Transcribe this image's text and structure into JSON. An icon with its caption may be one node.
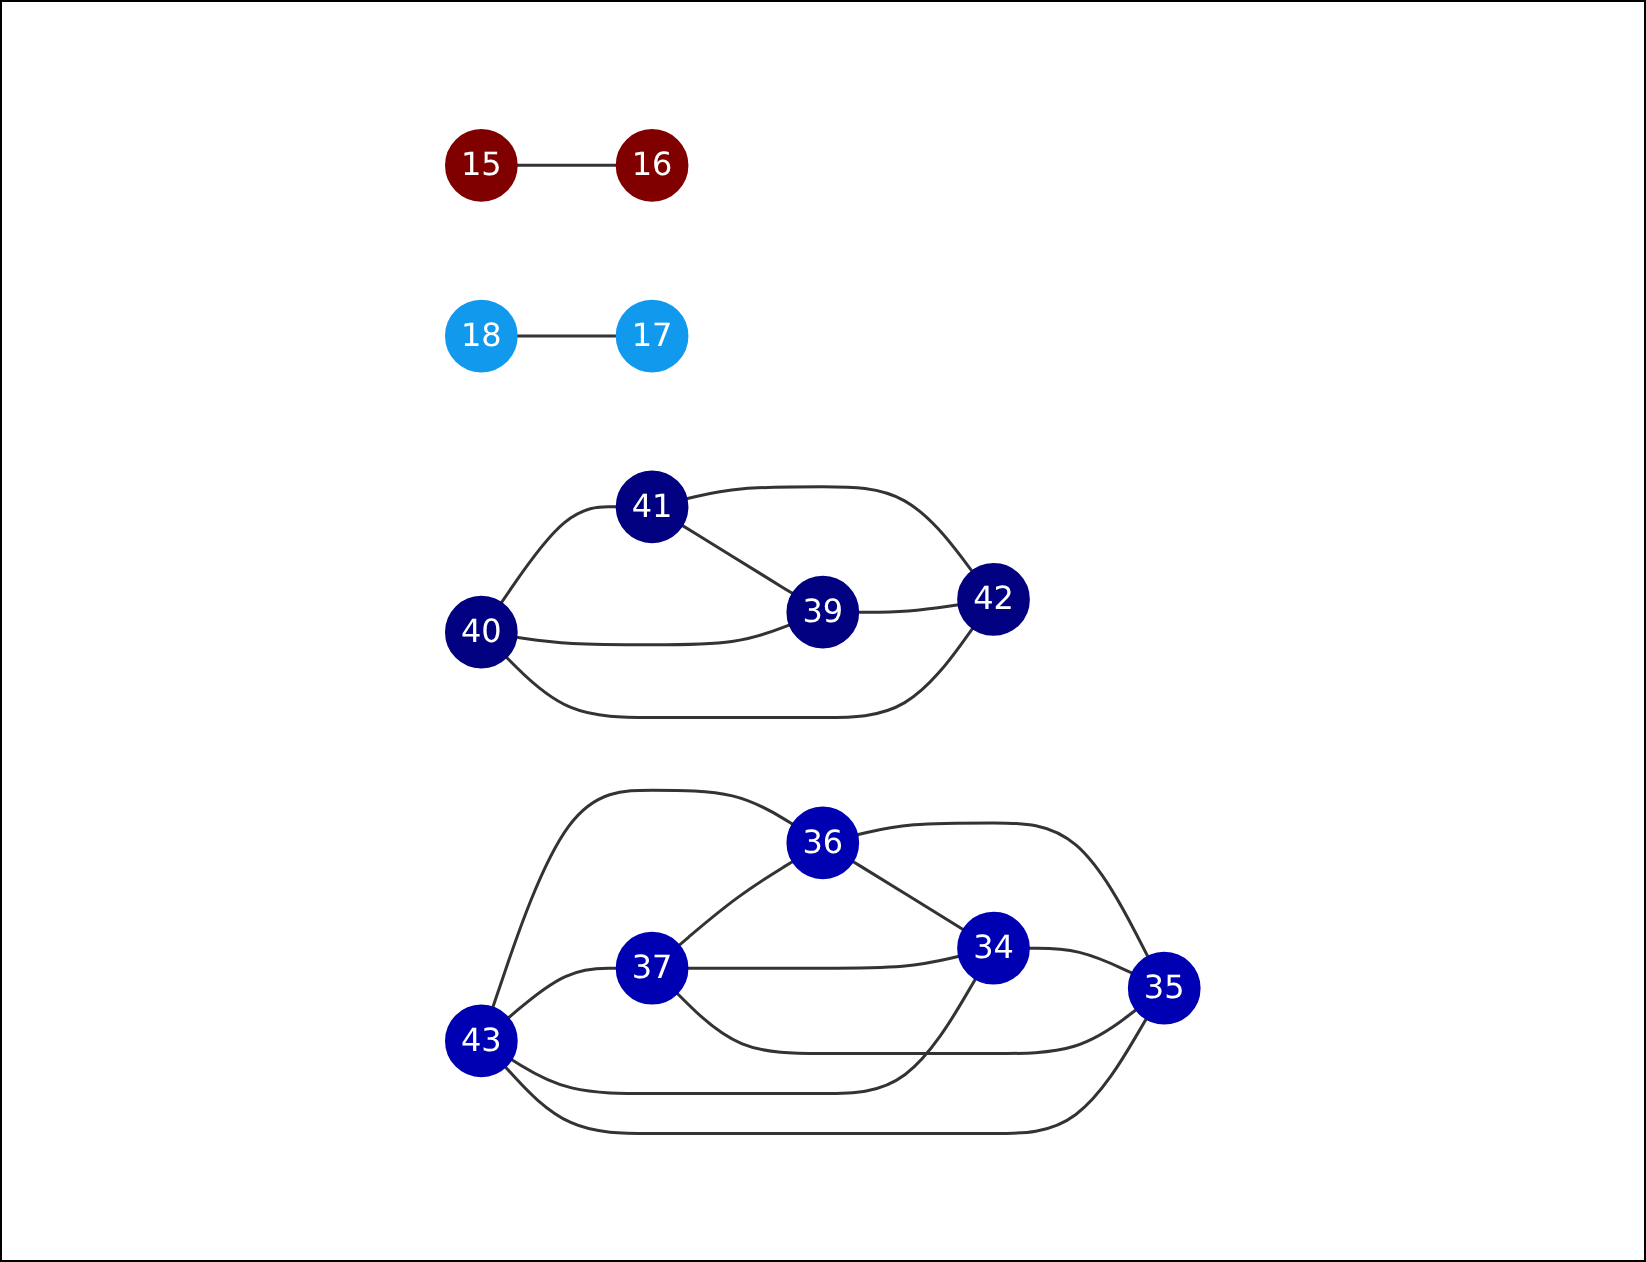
{
  "diagram": {
    "nodes": [
      {
        "text": [
          "16"
        ]
      },
      {
        "text": [
          "15"
        ]
      },
      {
        "text": [
          "18"
        ]
      },
      {
        "text": [
          "17"
        ]
      },
      {
        "text": [
          "36"
        ]
      },
      {
        "text": [
          "43"
        ]
      },
      {
        "text": [
          "35"
        ]
      },
      {
        "text": [
          "37"
        ]
      },
      {
        "text": [
          "34"
        ]
      },
      {
        "text": [
          "41"
        ]
      },
      {
        "text": [
          "42"
        ]
      },
      {
        "text": [
          "40"
        ]
      },
      {
        "text": [
          "39"
        ]
      }
    ],
    "edges": [
      {
        "from": 1,
        "to": 0,
        "arrow": "none"
      },
      {
        "from": 2,
        "to": 3,
        "arrow": "none"
      },
      {
        "from": 5,
        "to": 4,
        "arrow": "none"
      },
      {
        "from": 5,
        "to": 7,
        "arrow": "none"
      },
      {
        "from": 5,
        "to": 8,
        "arrow": "none"
      },
      {
        "from": 5,
        "to": 6,
        "arrow": "none"
      },
      {
        "from": 7,
        "to": 4,
        "arrow": "none"
      },
      {
        "from": 7,
        "to": 8,
        "arrow": "none"
      },
      {
        "from": 7,
        "to": 6,
        "arrow": "none"
      },
      {
        "from": 4,
        "to": 6,
        "arrow": "none"
      },
      {
        "from": 4,
        "to": 8,
        "arrow": "none"
      },
      {
        "from": 8,
        "to": 6,
        "arrow": "none"
      },
      {
        "from": 11,
        "to": 9,
        "arrow": "none"
      },
      {
        "from": 11,
        "to": 12,
        "arrow": "none"
      },
      {
        "from": 11,
        "to": 10,
        "arrow": "none"
      },
      {
        "from": 9,
        "to": 10,
        "arrow": "none"
      },
      {
        "from": 9,
        "to": 12,
        "arrow": "none"
      },
      {
        "from": 12,
        "to": 10,
        "arrow": "none"
      }
    ]
  }
}
